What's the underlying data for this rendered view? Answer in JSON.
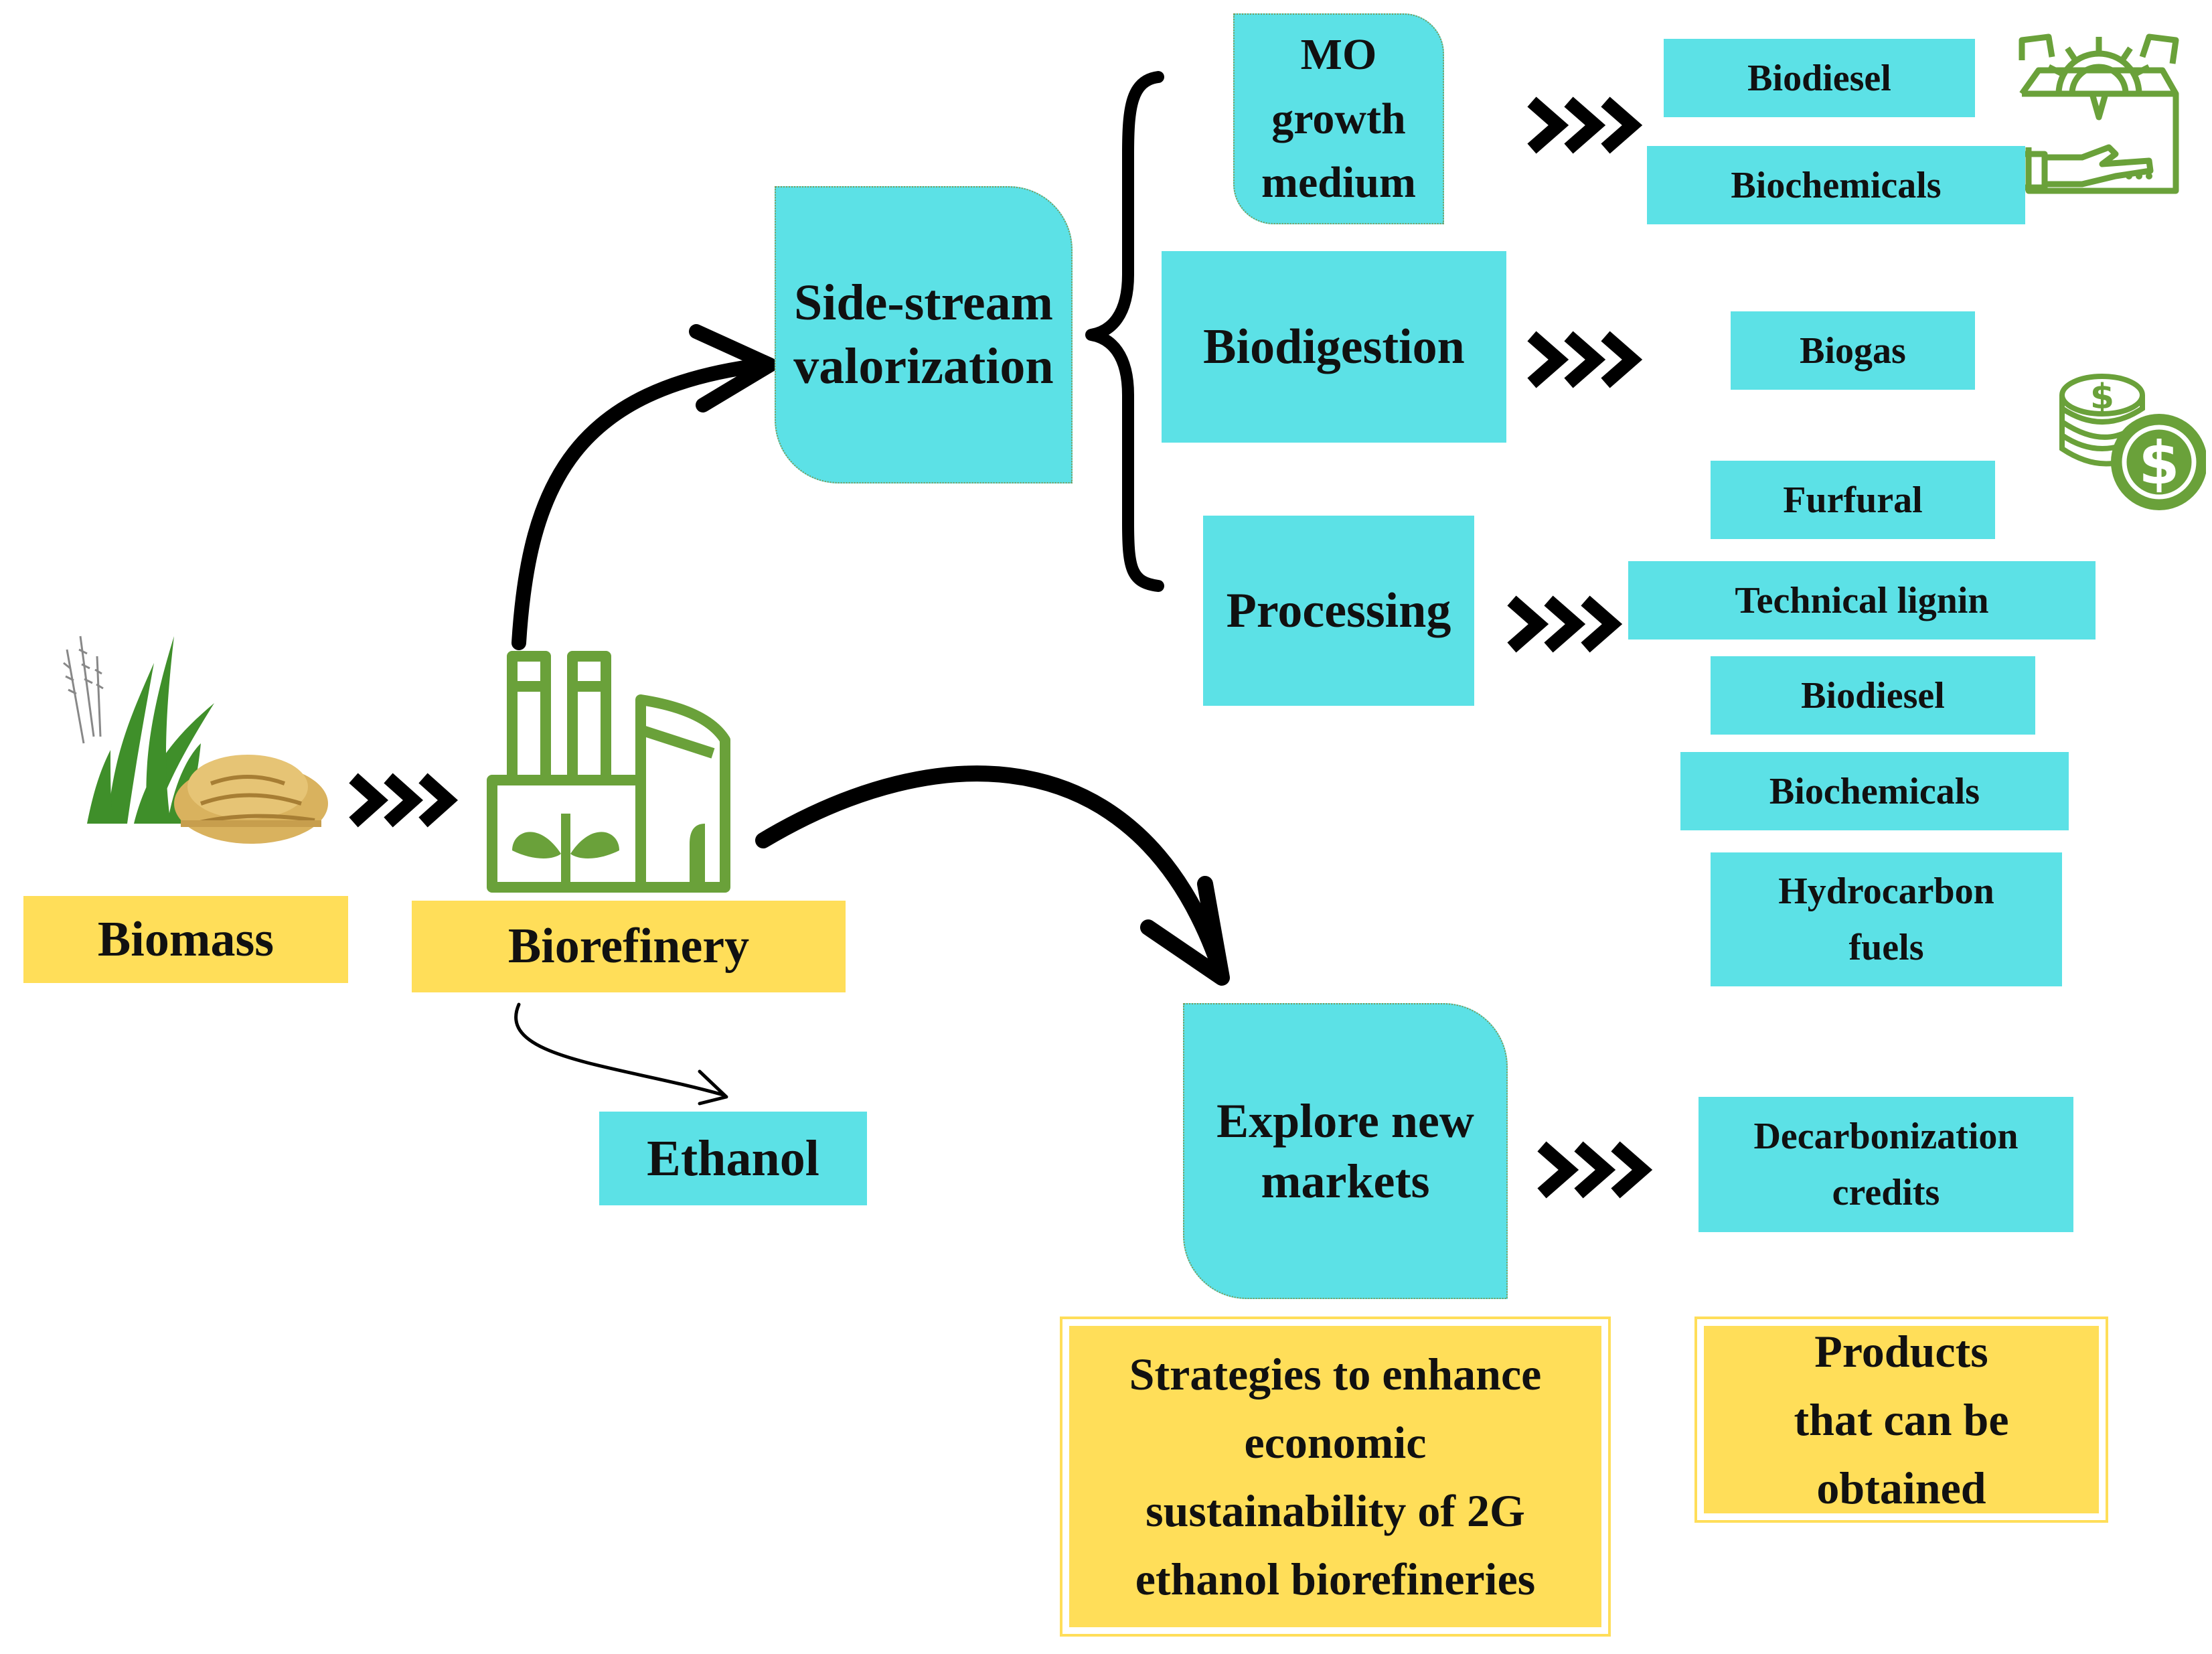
{
  "left": {
    "biomass": "Biomass",
    "biorefinery": "Biorefinery",
    "ethanol": "Ethanol"
  },
  "strategies": {
    "side_stream": [
      "Side-stream",
      "valorization"
    ],
    "mo_growth": [
      "MO",
      "growth",
      "medium"
    ],
    "biodigestion": "Biodigestion",
    "processing": "Processing",
    "explore": [
      "Explore new",
      "markets"
    ]
  },
  "products": {
    "mo": [
      "Biodiesel",
      "Biochemicals"
    ],
    "biodigestion": [
      "Biogas"
    ],
    "processing": [
      "Furfural",
      "Technical lignin",
      "Biodiesel",
      "Biochemicals",
      [
        "Hydrocarbon",
        "fuels"
      ]
    ],
    "markets": [
      [
        "Decarbonization",
        "credits"
      ]
    ]
  },
  "legend": {
    "strategies": [
      "Strategies to enhance",
      "economic",
      "sustainability of 2G",
      "ethanol biorefineries"
    ],
    "products": [
      "Products",
      "that can be",
      "obtained"
    ]
  },
  "colors": {
    "cyan": "#5ce1e6",
    "yellow": "#ffde59",
    "icon_green": "#6aa13a"
  },
  "icons": [
    "biomass-crop-icon",
    "factory-icon",
    "box-gear-hand-icon",
    "coins-dollar-icon"
  ]
}
